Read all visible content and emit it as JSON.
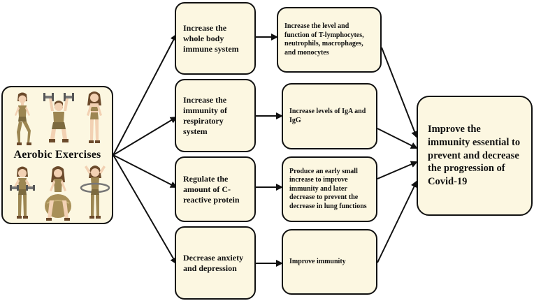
{
  "source": {
    "title": "Aerobic Exercises",
    "figures": [
      "woman-lunge-icon",
      "woman-dumbbell-press-icon",
      "woman-standing-icon",
      "woman-dumbbell-curl-icon",
      "woman-exercise-ball-icon",
      "woman-hula-hoop-icon"
    ]
  },
  "effects": [
    {
      "text": "Increase the whole body immune system"
    },
    {
      "text": "Increase the immunity of respiratory system"
    },
    {
      "text": "Regulate the amount of C-reactive protein"
    },
    {
      "text": "Decrease anxiety and depression"
    }
  ],
  "outcomes": [
    {
      "text": "Increase the level and function of T-lymphocytes, neutrophils, macrophages, and monocytes"
    },
    {
      "text": "Increase levels of IgA and IgG"
    },
    {
      "text": "Produce an early small increase to improve immunity and later decrease to prevent the decrease in lung functions"
    },
    {
      "text": "Improve immunity"
    }
  ],
  "result": {
    "text": "Improve the immunity essential to prevent and decrease the progression of Covid-19"
  },
  "colors": {
    "box_fill": "#fcf7e1",
    "border": "#111111",
    "skin": "#f2d1b3",
    "outfit": "#9c8652",
    "hair": "#6b4a2b"
  }
}
